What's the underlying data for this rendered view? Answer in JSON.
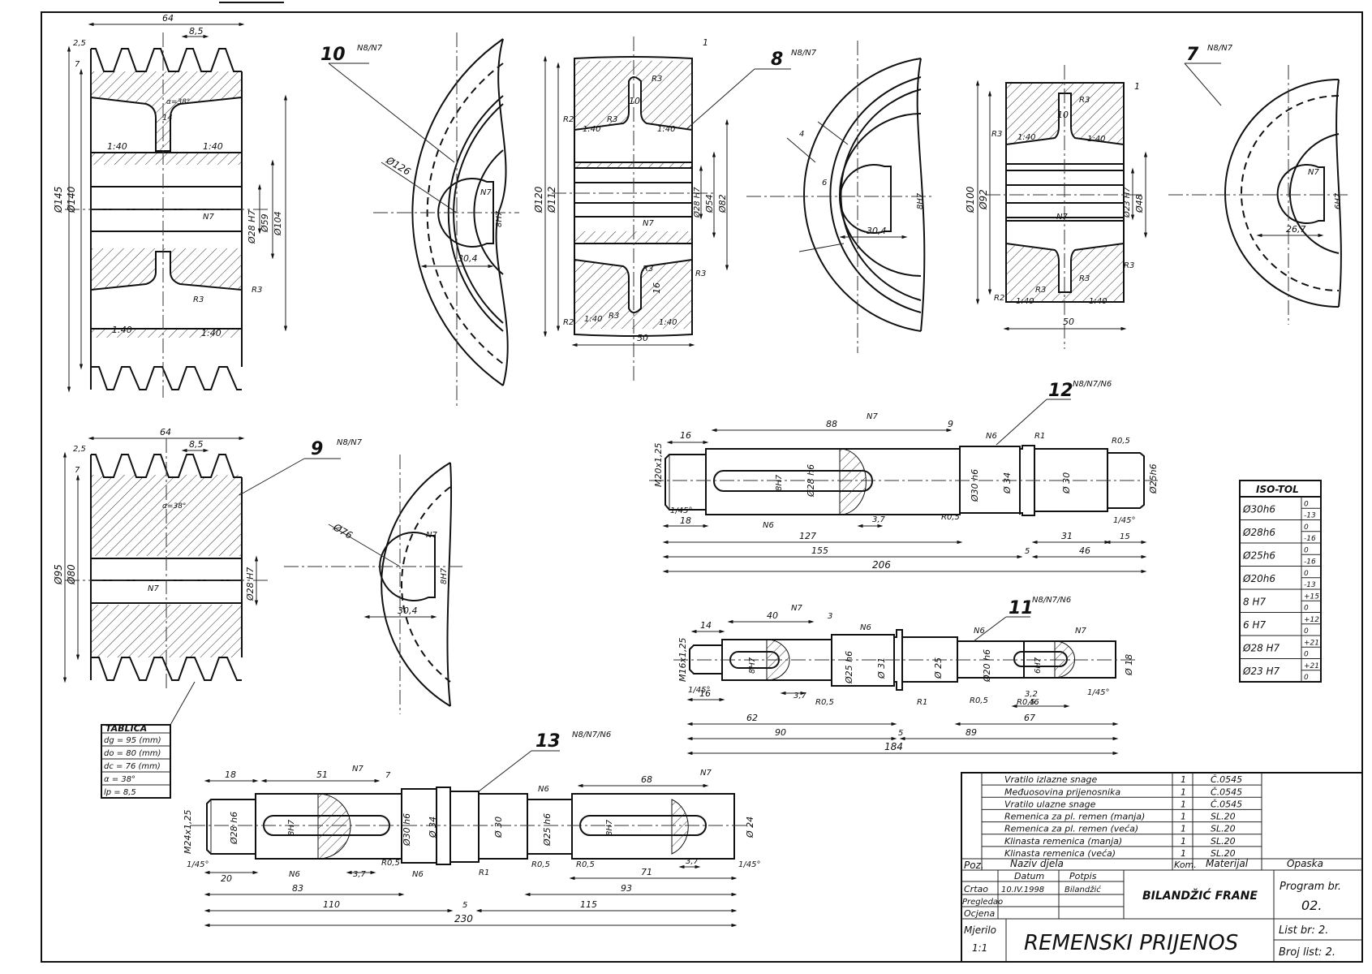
{
  "parts": {
    "p10": {
      "num": "10",
      "marks": "N8/N7",
      "d145": "Ø145",
      "d140": "Ø140",
      "d126": "Ø126",
      "bore": "Ø28 H7",
      "d59": "Ø59",
      "d104": "Ø104",
      "w64": "64",
      "p85": "8,5",
      "d25": "2,5",
      "d7": "7",
      "a38": "α=38°",
      "w14": "14",
      "r3a": "R3",
      "r3b": "R3",
      "t140a": "1:40",
      "t140b": "1:40",
      "t140c": "1:40",
      "t140d": "1:40",
      "key": "30,4",
      "key2": "8H7",
      "n7a": "N7",
      "n7b": "N7"
    },
    "p8": {
      "num": "8",
      "marks": "N8/N7",
      "d120": "Ø120",
      "d112": "Ø112",
      "bore": "Ø28 H7",
      "d54": "Ø54",
      "d82": "Ø82",
      "w50": "50",
      "w10": "10",
      "w16": "16",
      "r3a": "R3",
      "r3b": "R3",
      "r3c": "R3",
      "r3d": "R3",
      "r3e": "R3",
      "r2a": "R2",
      "r2b": "R2",
      "t140a": "1:40",
      "t140b": "1:40",
      "t140c": "1:40",
      "t140d": "1:40",
      "one": "1",
      "key": "30,4",
      "key2": "8H7",
      "d4": "4",
      "d6": "6",
      "n7": "N7"
    },
    "p7": {
      "num": "7",
      "marks": "N8/N7",
      "d100": "Ø100",
      "d92": "Ø92",
      "bore": "Ø23 H7",
      "d48": "Ø48",
      "w50": "50",
      "w10": "10",
      "r3a": "R3",
      "r3b": "R3",
      "r3c": "R3",
      "r3d": "R3",
      "r3e": "R3",
      "r2": "R2",
      "t140a": "1:40",
      "t140b": "1:40",
      "t140c": "1:40",
      "t140d": "1:40",
      "one": "1",
      "key": "26,7",
      "key2": "6H7",
      "n7a": "N7",
      "n7b": "N7"
    },
    "p9": {
      "num": "9",
      "marks": "N8/N7",
      "d95": "Ø95",
      "d80": "Ø80",
      "d76": "Ø76",
      "bore": "Ø28 H7",
      "w64": "64",
      "p85": "8,5",
      "d25": "2,5",
      "d7": "7",
      "a38": "α=38°",
      "key": "30,4",
      "key2": "8H7",
      "n7a": "N7",
      "n7b": "N7"
    },
    "p12": {
      "num": "12",
      "marks": "N8/N7/N6",
      "thread": "M20x1,25",
      "d28h6": "Ø28 h6",
      "d30h6": "Ø30 h6",
      "d34": "Ø 34",
      "d30": "Ø 30",
      "d25h6": "Ø25h6",
      "k8h7": "8H7",
      "l16": "16",
      "l88": "88",
      "l9": "9",
      "l18": "18",
      "l127": "127",
      "l37": "3,7",
      "l31": "31",
      "l15": "15",
      "l155": "155",
      "l5": "5",
      "l46": "46",
      "l206": "206",
      "c145a": "1/45°",
      "c145b": "1/45°",
      "r1": "R1",
      "r05a": "R0,5",
      "r05b": "R0,5",
      "n6a": "N6",
      "n6b": "N6",
      "n7": "N7"
    },
    "p11": {
      "num": "11",
      "marks": "N8/N7/N6",
      "thread": "M16x1,25",
      "d25h6": "Ø25 h6",
      "d31": "Ø 31",
      "d25": "Ø 25",
      "d20h6": "Ø20 h6",
      "d18": "Ø 18",
      "k8h7": "8H7",
      "k6h7": "6H7",
      "l14": "14",
      "l40": "40",
      "l3": "3",
      "l16": "16",
      "l37": "3,7",
      "l62": "62",
      "l90": "90",
      "l5": "5",
      "l89": "89",
      "l184": "184",
      "l67": "67",
      "l32": "3,2",
      "l46": "46",
      "c145a": "1/45°",
      "c145b": "1/45°",
      "r1": "R1",
      "r05a": "R0,5",
      "r05b": "R0,5",
      "r05c": "R0,5",
      "n6a": "N6",
      "n6b": "N6",
      "n7a": "N7",
      "n7b": "N7"
    },
    "p13": {
      "num": "13",
      "marks": "N8/N7/N6",
      "thread": "M24x1,25",
      "d28h6": "Ø28 h6",
      "d30h6": "Ø30 h6",
      "d34": "Ø 34",
      "d30": "Ø 30",
      "d25h6": "Ø25 h6",
      "d24": "Ø 24",
      "k8h7a": "8H7",
      "k8h7b": "8H7",
      "l18": "18",
      "l51": "51",
      "l7": "7",
      "l68": "68",
      "l20": "20",
      "l37a": "3,7",
      "l37b": "3,7",
      "l83": "83",
      "l93": "93",
      "l71": "71",
      "l110": "110",
      "l5": "5",
      "l115": "115",
      "l230": "230",
      "c145a": "1/45°",
      "c145b": "1/45°",
      "r1": "R1",
      "r05a": "R0,5",
      "r05b": "R0,5",
      "r05c": "R0,5",
      "n6a": "N6",
      "n6b": "N6",
      "n6c": "N6",
      "n7a": "N7",
      "n7b": "N7"
    }
  },
  "tablica": {
    "title": "TABLICA",
    "rows": [
      "dg = 95 (mm)",
      "do = 80 (mm)",
      "dc = 76 (mm)",
      "α = 38°",
      "lp = 8,5"
    ]
  },
  "iso_tol": {
    "title": "ISO-TOL",
    "rows": [
      {
        "fit": "Ø30h6",
        "upper": "0",
        "lower": "-13"
      },
      {
        "fit": "Ø28h6",
        "upper": "0",
        "lower": "-16"
      },
      {
        "fit": "Ø25h6",
        "upper": "0",
        "lower": "-16"
      },
      {
        "fit": "Ø20h6",
        "upper": "0",
        "lower": "-13"
      },
      {
        "fit": "8 H7",
        "upper": "+15",
        "lower": "0"
      },
      {
        "fit": "6 H7",
        "upper": "+12",
        "lower": "0"
      },
      {
        "fit": "Ø28 H7",
        "upper": "+21",
        "lower": "0"
      },
      {
        "fit": "Ø23 H7",
        "upper": "+21",
        "lower": "0"
      }
    ]
  },
  "bom": {
    "rows": [
      {
        "name": "Vratilo izlazne snage",
        "qty": "1",
        "mat": "Č.0545"
      },
      {
        "name": "Međuosovina prijenosnika",
        "qty": "1",
        "mat": "Č.0545"
      },
      {
        "name": "Vratilo ulazne snage",
        "qty": "1",
        "mat": "Č.0545"
      },
      {
        "name": "Remenica za pl. remen (manja)",
        "qty": "1",
        "mat": "SL.20"
      },
      {
        "name": "Remenica za pl. remen (veća)",
        "qty": "1",
        "mat": "SL.20"
      },
      {
        "name": "Klinasta remenica (manja)",
        "qty": "1",
        "mat": "SL.20"
      },
      {
        "name": "Klinasta remenica (veća)",
        "qty": "1",
        "mat": "SL.20"
      }
    ],
    "h_poz": "Poz.",
    "h_name": "Naziv djela",
    "h_kom": "Kom.",
    "h_mat": "Materijal",
    "h_note": "Opaska"
  },
  "title_block": {
    "h_datum": "Datum",
    "h_potpis": "Potpis",
    "crtao": "Crtao",
    "pregledao": "Pregledao",
    "ocjena": "Ocjena",
    "date": "10.IV.1998",
    "signature": "Bilandžić",
    "author": "BILANDŽIĆ FRANE",
    "program_label": "Program br.",
    "program_no": "02.",
    "mjerilo_label": "Mjerilo",
    "mjerilo": "1:1",
    "title": "REMENSKI PRIJENOS",
    "list_br": "List br: 2.",
    "broj_list": "Broj list: 2."
  }
}
